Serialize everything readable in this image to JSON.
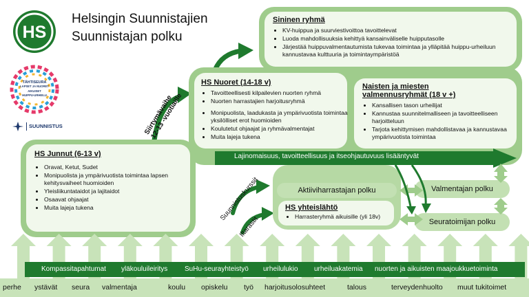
{
  "header": {
    "title_line1": "Helsingin Suunnistajien",
    "title_line2": "Suunnistajan polku"
  },
  "logos": {
    "club_logo_text": "HS",
    "tahtiseura_line1": "TÄHTISEURA",
    "tahtiseura_line2": "LAPSET JA NUORET",
    "tahtiseura_line3": "AIKUISET",
    "tahtiseura_line4": "HUIPPU-URHEILU",
    "federation_name": "SUUNNISTUS"
  },
  "junnut": {
    "title": "HS Junnut (6-13 v)",
    "items": [
      "Oravat, Ketut, Sudet",
      "Monipuolista ja ympärivuotista toimintaa lapsen kehitysvaiheet huomioiden",
      "Yleisliikuntataidot ja lajitaidot",
      "Osaavat ohjaajat",
      "Muita lajeja tukena"
    ]
  },
  "transition": {
    "line1": "Siirtymävaihe",
    "line2": "12-13 -vuotiaille"
  },
  "nuoret": {
    "title": "HS Nuoret (14-18 v)",
    "items": [
      "Tavoitteellisesti kilpailevien nuorten ryhmä",
      "Nuorten harrastajien harjoitusryhmä",
      "Monipuolista, laadukasta ja ympärivuotista toimintaa yksilölliset erot huomioiden",
      "Koulutetut ohjaajat ja ryhmävalmentajat",
      "Muita lajeja tukena"
    ]
  },
  "sininen": {
    "title": "Sininen ryhmä",
    "items": [
      "KV-huippua ja suurviestivoittoa tavoittelevat",
      "Luoda mahdollisuuksia kehittyä kansainväliselle huipputasolle",
      "Järjestää huippuvalmentautumista tukevaa toimintaa ja ylläpitää huippu-urheiluun kannustavaa kulttuuria ja toimintaympäristöä"
    ]
  },
  "valmennus": {
    "title": "Naisten ja miesten valmennusryhmät (18 v +)",
    "items": [
      "Kansallisen tason urheilijat",
      "Kannustaa suunnitelmalliseen ja tavoitteelliseen harjoitteluun",
      "Tarjota kehittymisen mahdollistavaa ja kannustavaa ympärivuotista toimintaa"
    ]
  },
  "growth_arrow": "Lajinomaisuus, tavoitteellisuus ja itseohjautuvuus lisääntyvät",
  "side_labels": {
    "kurssit": "Suunnistuskurssit",
    "iltarastit": "Iltarastit"
  },
  "paths": {
    "aktiivi": "Aktiiviharrastajan polku",
    "valmentaja": "Valmentajan polku",
    "seuratoimija": "Seuratoimijan polku"
  },
  "yhteislahto": {
    "title": "HS yhteislähtö",
    "items": [
      "Harrasteryhmä aikuisille (yli 18v)"
    ]
  },
  "band": [
    "Kompassitapahtumat",
    "yläkouluileiritys",
    "SuHu-seurayhteistyö",
    "urheilulukio",
    "urheiluakatemia",
    "nuorten ja aikuisten maajoukkuetoiminta"
  ],
  "bottom": [
    "perhe",
    "ystävät",
    "seura",
    "valmentaja",
    "koulu",
    "opiskelu",
    "työ",
    "harjoitusolosuhteet",
    "talous",
    "terveydenhuolto",
    "muut tukitoimet"
  ],
  "colors": {
    "dark_green": "#1f7a2e",
    "frame_green": "#9fcc8c",
    "light_box": "#f1f8ec",
    "pill_green": "#c3e0b3"
  }
}
